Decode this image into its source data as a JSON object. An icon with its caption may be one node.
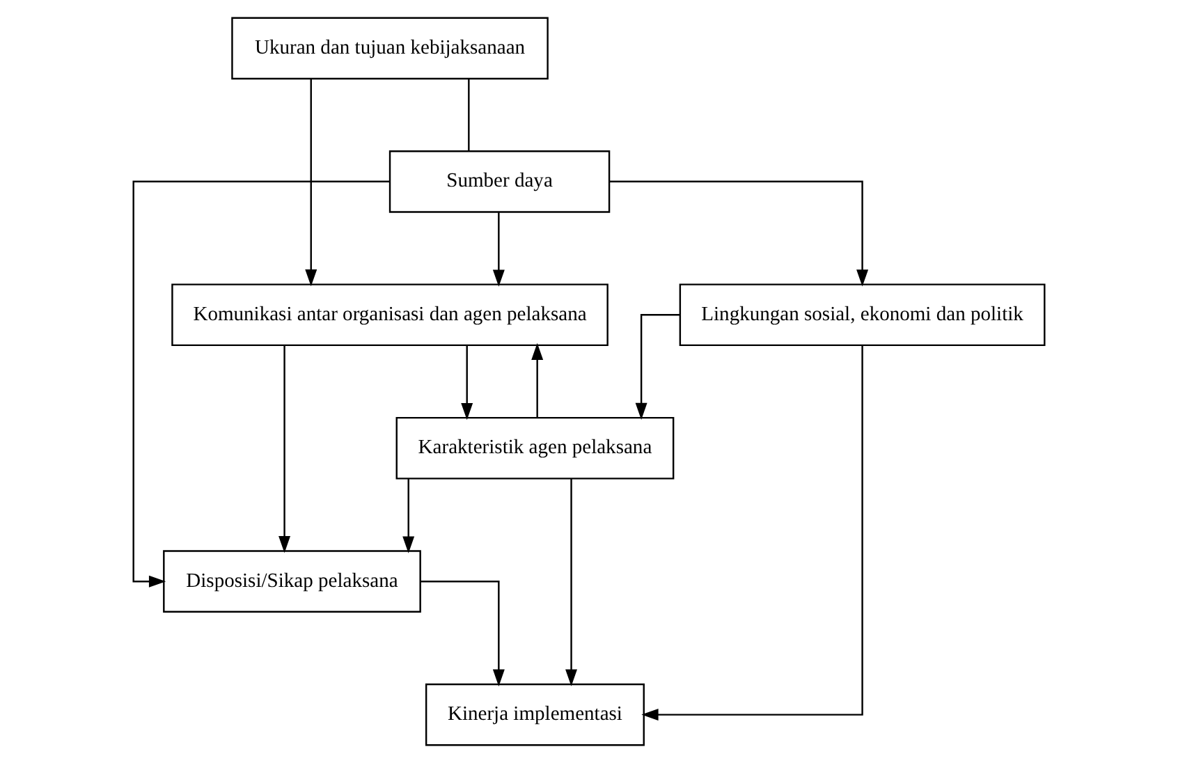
{
  "diagram": {
    "nodes": [
      {
        "text": [
          "Ukuran dan tujuan kebijaksanaan"
        ]
      },
      {
        "text": [
          "Komunikasi antar organisasi dan agen pelaksana"
        ]
      },
      {
        "text": [
          "Karakteristik agen pelaksana"
        ]
      },
      {
        "text": [
          "Kinerja implementasi"
        ]
      },
      {
        "text": [
          "Sumber daya"
        ]
      },
      {
        "text": [
          "Disposisi/Sikap pelaksana"
        ]
      },
      {
        "text": [
          "Lingkungan sosial, ekonomi dan politik"
        ]
      }
    ],
    "edges": [
      {
        "from": 0,
        "to": 1,
        "arrow": "to"
      },
      {
        "from": 0,
        "to": 4,
        "arrow": "none"
      },
      {
        "from": 4,
        "to": 1,
        "arrow": "to"
      },
      {
        "from": 2,
        "to": 1,
        "arrow": "to"
      },
      {
        "from": 1,
        "to": 2,
        "arrow": "to"
      },
      {
        "from": 2,
        "to": 3,
        "arrow": "to"
      },
      {
        "from": 1,
        "to": 5,
        "arrow": "to"
      },
      {
        "from": 4,
        "to": 5,
        "arrow": "to"
      },
      {
        "from": 2,
        "to": 5,
        "arrow": "to"
      },
      {
        "from": 4,
        "to": 6,
        "arrow": "to"
      },
      {
        "from": 6,
        "to": 2,
        "arrow": "to"
      },
      {
        "from": 5,
        "to": 3,
        "arrow": "to"
      },
      {
        "from": 6,
        "to": 3,
        "arrow": "to"
      }
    ]
  }
}
